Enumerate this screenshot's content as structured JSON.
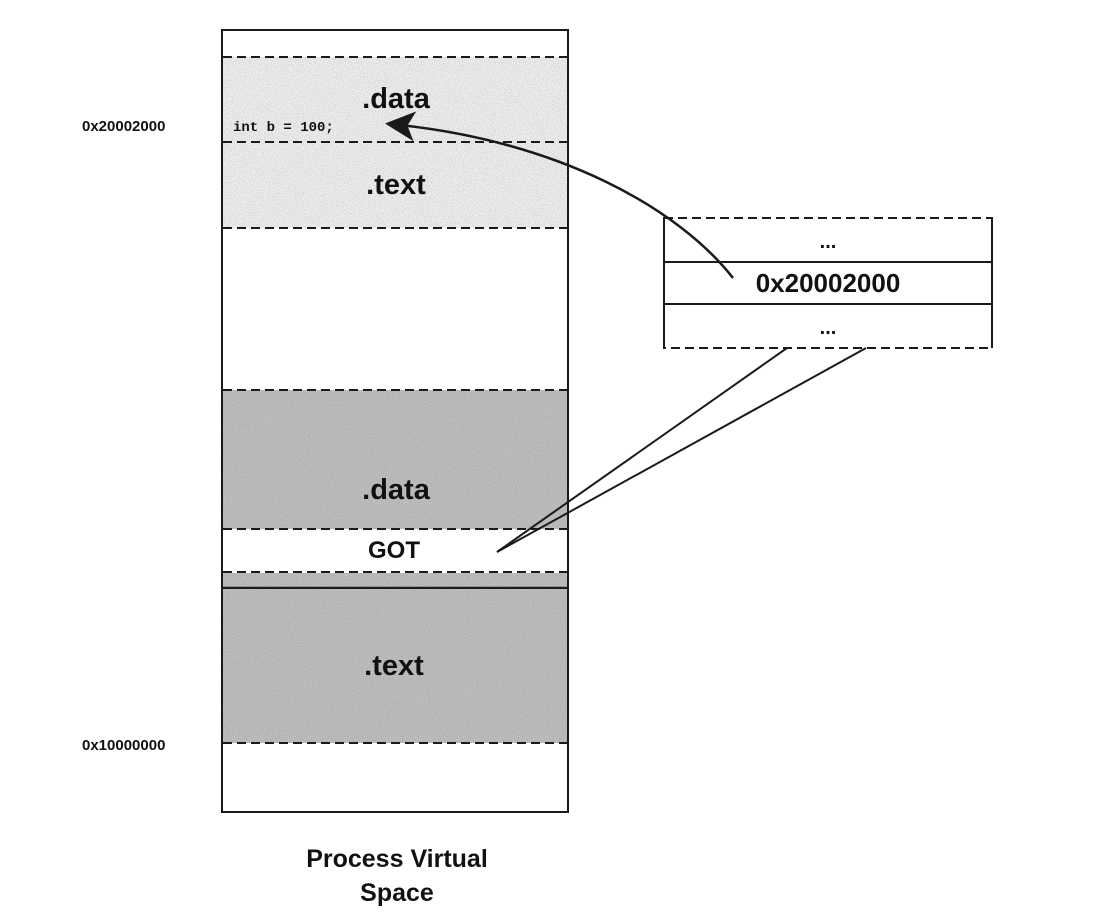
{
  "process_space": {
    "caption_line1": "Process Virtual",
    "caption_line2": "Space",
    "upper_module": {
      "data_label": ".data",
      "variable_code": "int b = 100;",
      "text_label": ".text",
      "data_address": "0x20002000"
    },
    "lower_module": {
      "data_label": ".data",
      "got_label": "GOT",
      "text_label": ".text",
      "base_address": "0x10000000"
    }
  },
  "got_table": {
    "entry_top": "...",
    "entry_value": "0x20002000",
    "entry_bottom": "..."
  },
  "colors": {
    "stroke": "#1a1a1a",
    "light_fill": "#f1f1f1",
    "dark_fill": "#c9c9c9"
  }
}
